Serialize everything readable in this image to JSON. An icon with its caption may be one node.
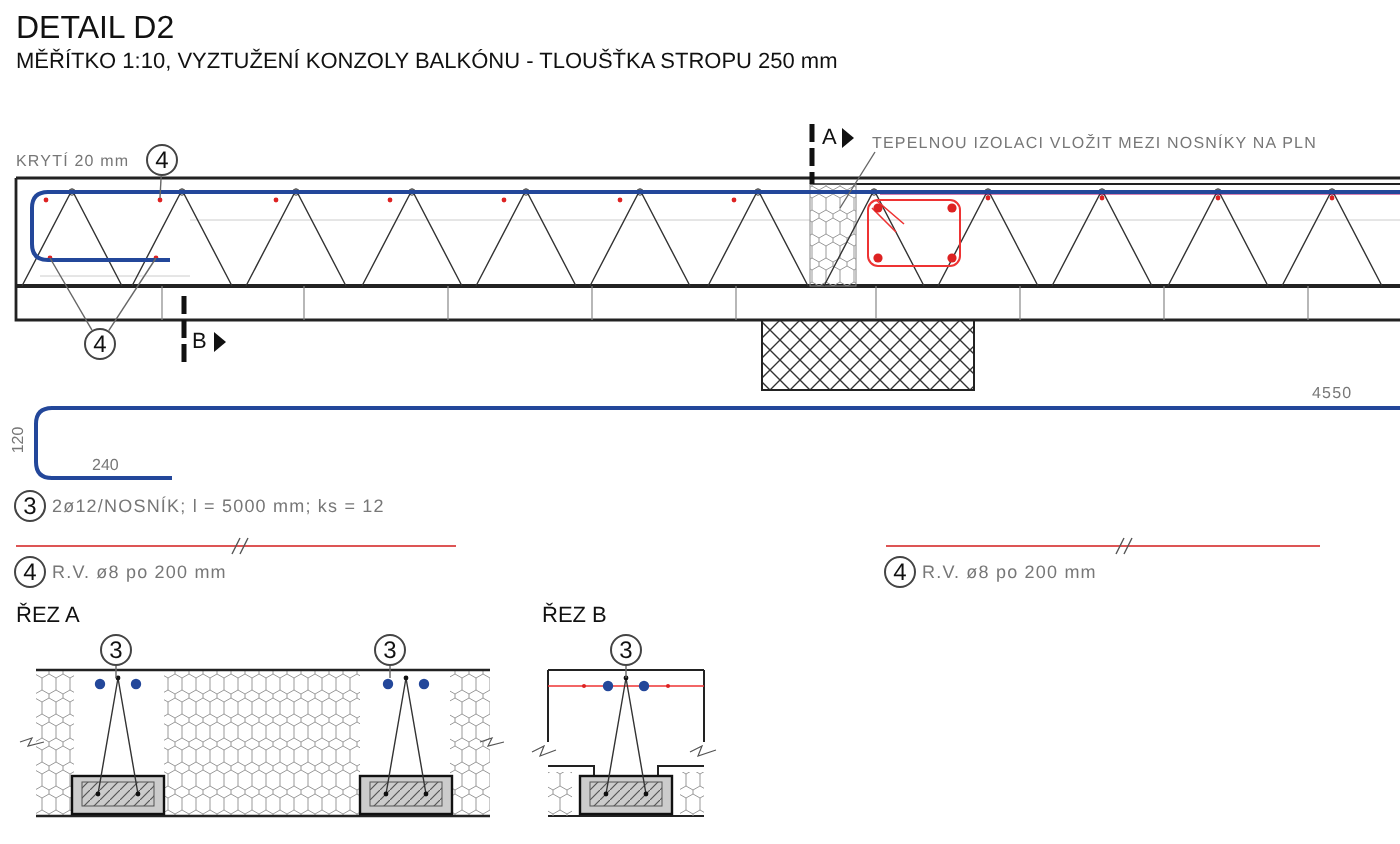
{
  "diagram": {
    "title": "DETAIL D2",
    "nodes": [
      {
        "text": [
          "4"
        ]
      },
      {
        "text": [
          "4"
        ]
      },
      {
        "text": [
          "TEPELNOU IZOLACI VLOŽIT MEZI NOSNÍKY NA PLN"
        ]
      },
      {
        "text": [
          "3"
        ],
        "beside": [
          "2ø12/NOSNÍK; l = 5000 mm; ks = 12"
        ]
      },
      {
        "text": [
          "4"
        ],
        "beside": [
          "R.V. ø8 po 200 mm"
        ]
      },
      {
        "text": [
          "4"
        ],
        "beside": [
          "R.V. ø8 po 200 mm"
        ]
      },
      {
        "text": [
          "3"
        ]
      },
      {
        "text": [
          "3"
        ]
      },
      {
        "text": [
          "3"
        ]
      }
    ],
    "edges": [
      {
        "from": 0,
        "to": null,
        "arrow": "none"
      },
      {
        "from": 1,
        "to": null,
        "arrow": "none"
      },
      {
        "from": 1,
        "to": null,
        "arrow": "none"
      },
      {
        "from": 2,
        "to": null,
        "arrow": "none"
      },
      {
        "from": 6,
        "to": null,
        "arrow": "none"
      },
      {
        "from": 7,
        "to": null,
        "arrow": "none"
      },
      {
        "from": 8,
        "to": null,
        "arrow": "none"
      }
    ],
    "labels": [
      "MĚŘÍTKO 1:10, VYZTUŽENÍ KONZOLY BALKÓNU - TLOUŠŤKA STROPU 250 mm",
      "KRYTÍ 20 mm",
      "A",
      "B",
      "4550",
      "120",
      "240",
      "ŘEZ A",
      "ŘEZ B"
    ]
  }
}
